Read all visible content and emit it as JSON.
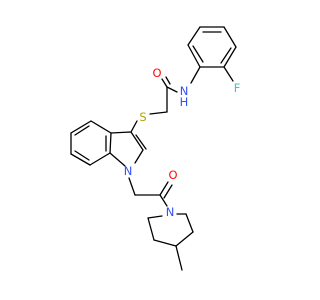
{
  "molecule": {
    "atoms": {
      "F": {
        "text": "F",
        "color": "#33cccc"
      },
      "O_amide": {
        "text": "O",
        "color": "#ff0d0d"
      },
      "N_amide": {
        "text": "N",
        "color": "#3050f8"
      },
      "H_amide": {
        "text": "H",
        "color": "#3050f8"
      },
      "S": {
        "text": "S",
        "color": "#b2a300"
      },
      "N_indole": {
        "text": "N",
        "color": "#3050f8"
      },
      "O_ketone": {
        "text": "O",
        "color": "#ff0d0d"
      },
      "N_piperidine": {
        "text": "N",
        "color": "#3050f8"
      }
    },
    "bond_color": "#000000"
  }
}
